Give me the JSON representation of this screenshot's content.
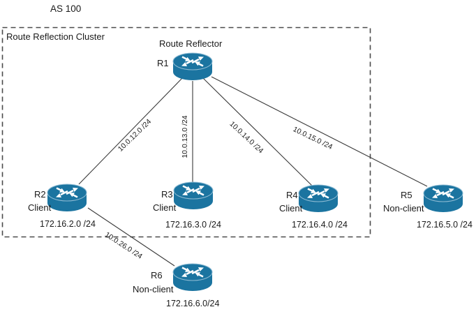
{
  "as_label": "AS 100",
  "cluster_label": "Route Reflection Cluster",
  "colors": {
    "router_body": "#1B74A0",
    "router_rim": "#8FBCD4",
    "link_line": "#3A3A3A",
    "cluster_border": "#4A4A4A",
    "text": "#1A1A1A"
  },
  "nodes": [
    {
      "name": "R1",
      "role": "Route Reflector"
    },
    {
      "name": "R2",
      "role": "Client",
      "ip": "172.16.2.0 /24"
    },
    {
      "name": "R3",
      "role": "Client",
      "ip": "172.16.3.0 /24"
    },
    {
      "name": "R4",
      "role": "Client",
      "ip": "172.16.4.0 /24"
    },
    {
      "name": "R5",
      "role": "Non-client",
      "ip": "172.16.5.0 /24"
    },
    {
      "name": "R6",
      "role": "Non-client",
      "ip": "172.16.6.0/24"
    }
  ],
  "links": [
    {
      "from": "R1",
      "to": "R2",
      "subnet": "10.0.12.0 /24"
    },
    {
      "from": "R1",
      "to": "R3",
      "subnet": "10.0.13.0 /24"
    },
    {
      "from": "R1",
      "to": "R4",
      "subnet": "10.0.14.0 /24"
    },
    {
      "from": "R1",
      "to": "R5",
      "subnet": "10.0.15.0 /24"
    },
    {
      "from": "R2",
      "to": "R6",
      "subnet": "10.0.26.0 /24"
    }
  ]
}
